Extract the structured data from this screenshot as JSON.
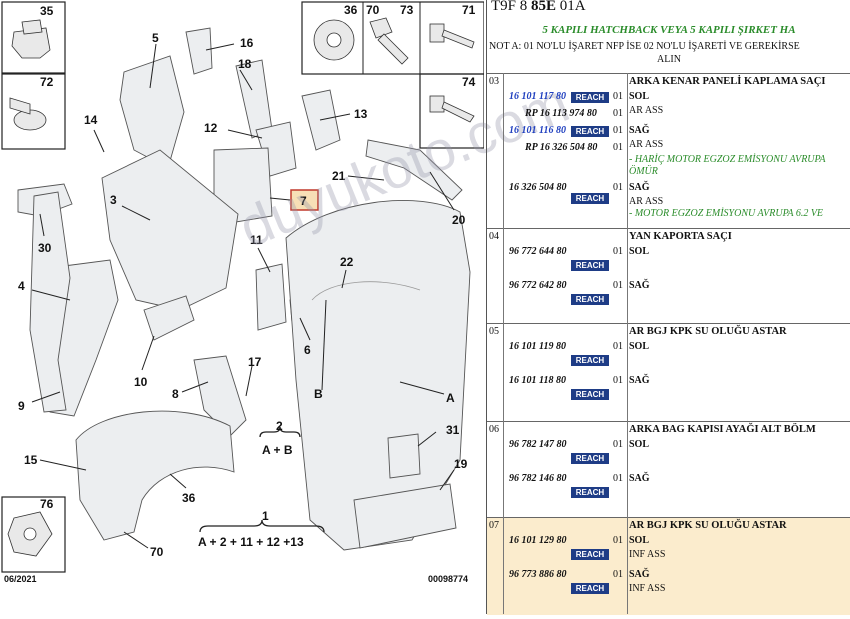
{
  "diagram": {
    "callouts": [
      "35",
      "72",
      "5",
      "16",
      "18",
      "12",
      "13",
      "36",
      "70",
      "73",
      "71",
      "74",
      "14",
      "3",
      "21",
      "20",
      "7",
      "30",
      "4",
      "11",
      "22",
      "2",
      "A + B",
      "9",
      "10",
      "8",
      "17",
      "6",
      "B",
      "A",
      "31",
      "15",
      "36",
      "19",
      "1",
      "A + 2 + 11 + 12 +13",
      "76",
      "70"
    ],
    "date_code": "06/2021",
    "doc_code": "00098774",
    "watermark": "duyukoto.com"
  },
  "catalog": {
    "ref_prefix": "T9F 8",
    "ref_bold": "85E",
    "ref_suffix": "01A",
    "title": "5 KAPILI HATCHBACK VEYA 5 KAPILI ŞIRKET HA",
    "note_line1": "NOT A: 01 NO'LU İŞARET NFP İSE 02 NO'LU İŞARETİ VE GEREKİRSE",
    "note_line2": "ALIN",
    "reach_label": "REACH",
    "groups": [
      {
        "index": "03",
        "title": "ARKA KENAR PANELİ KAPLAMA SAÇI",
        "parts": [
          {
            "pn": "16 101 117 80",
            "qty": "01",
            "side": "SOL",
            "sub": "AR ASS",
            "reach": true
          },
          {
            "pn": "RP 16 113 974 80",
            "qty": "01",
            "side": "",
            "sub": "",
            "reach": false
          },
          {
            "pn": "16 101 116 80",
            "qty": "01",
            "side": "SAĞ",
            "sub": "AR ASS",
            "reach": true
          },
          {
            "pn": "RP 16 326 504 80",
            "qty": "01",
            "side": "",
            "sub": "",
            "reach": false
          },
          {
            "pn": "16 326 504 80",
            "qty": "01",
            "side": "SAĞ",
            "sub": "AR ASS",
            "reach": true
          }
        ],
        "notes": [
          "- HARİÇ MOTOR EGZOZ EMİSYONU AVRUPA",
          "ÖMÜR",
          "- MOTOR EGZOZ EMİSYONU AVRUPA 6.2 VE"
        ]
      },
      {
        "index": "04",
        "title": "YAN KAPORTA SAÇI",
        "parts": [
          {
            "pn": "96 772 644 80",
            "qty": "01",
            "side": "SOL",
            "reach": true
          },
          {
            "pn": "96 772 642 80",
            "qty": "01",
            "side": "SAĞ",
            "reach": true
          }
        ]
      },
      {
        "index": "05",
        "title": "AR BGJ KPK SU OLUĞU ASTAR",
        "parts": [
          {
            "pn": "16 101 119 80",
            "qty": "01",
            "side": "SOL",
            "reach": true
          },
          {
            "pn": "16 101 118 80",
            "qty": "01",
            "side": "SAĞ",
            "reach": true
          }
        ]
      },
      {
        "index": "06",
        "title": "ARKA BAG KAPISI AYAĞI ALT BÖLM",
        "parts": [
          {
            "pn": "96 782 147 80",
            "qty": "01",
            "side": "SOL",
            "reach": true
          },
          {
            "pn": "96 782 146 80",
            "qty": "01",
            "side": "SAĞ",
            "reach": true
          }
        ]
      },
      {
        "index": "07",
        "title": "AR BGJ KPK SU OLUĞU ASTAR",
        "parts": [
          {
            "pn": "16 101 129 80",
            "qty": "01",
            "side": "SOL",
            "sub": "INF ASS",
            "reach": true
          },
          {
            "pn": "96 773 886 80",
            "qty": "01",
            "side": "SAĞ",
            "sub": "INF ASS",
            "reach": true
          }
        ]
      }
    ]
  }
}
